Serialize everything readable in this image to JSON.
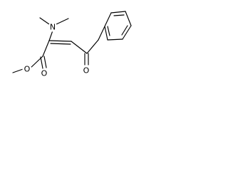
{
  "molecule": {
    "atoms": {
      "nitrogen": "N",
      "carbonyl_oxygen": "O",
      "ester_carbonyl_oxygen": "O",
      "ester_ether_oxygen": "O"
    }
  }
}
